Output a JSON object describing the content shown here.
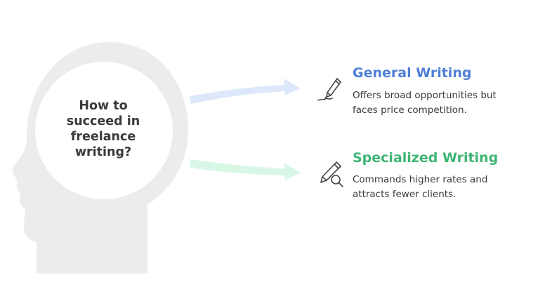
{
  "question": {
    "lines": [
      "How to",
      "succeed in",
      "freelance",
      "writing?"
    ]
  },
  "options": [
    {
      "title": "General Writing",
      "description_lines": [
        "Offers broad opportunities but",
        "faces price competition."
      ],
      "color": "#4f7fd6",
      "arrow_color": "#dde8fb",
      "icon": "pen-icon"
    },
    {
      "title": "Specialized Writing",
      "description_lines": [
        "Commands higher rates and",
        "attracts fewer clients."
      ],
      "color": "#3fb574",
      "arrow_color": "#d9f7e6",
      "icon": "pencil-search-icon"
    }
  ],
  "colors": {
    "head": "#ececec",
    "head_inner": "#ffffff",
    "text": "#3a3a3a",
    "icon_stroke": "#444444"
  }
}
